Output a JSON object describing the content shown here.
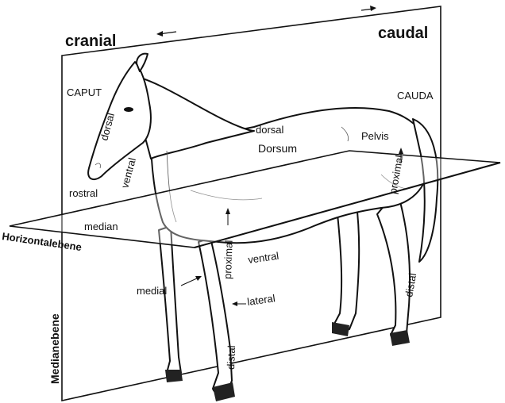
{
  "labels": {
    "cranial": "cranial",
    "caudal": "caudal",
    "caput": "CAPUT",
    "cauda": "CAUDA",
    "dorsal_head": "dorsal",
    "ventral_head": "ventral",
    "rostral": "rostral",
    "median": "median",
    "horizontal_plane": "Horizontalebene",
    "median_plane": "Medianebene",
    "dorsal_back": "dorsal",
    "dorsum": "Dorsum",
    "pelvis": "Pelvis",
    "proximal_hind": "proximal",
    "proximal_fore": "proximal",
    "ventral_belly": "ventral",
    "medial": "medial",
    "lateral": "lateral",
    "distal_fore": "distal",
    "distal_hind": "distal"
  },
  "colors": {
    "line": "#111111",
    "background": "#ffffff"
  }
}
